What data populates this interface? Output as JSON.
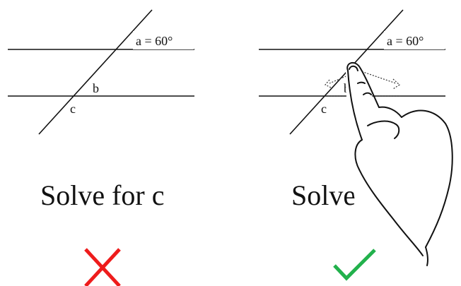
{
  "panels": [
    {
      "angle_a_label": "a = 60°",
      "angle_b_label": "b",
      "angle_c_label": "c",
      "caption": "Solve for c",
      "verdict": "wrong",
      "verdict_icon": "cross-icon",
      "verdict_color": "#ee1c1c"
    },
    {
      "angle_a_label": "a = 60°",
      "angle_b_label": "b",
      "angle_c_label": "c",
      "caption": "Solve for c",
      "verdict": "correct",
      "verdict_icon": "checkmark-icon",
      "verdict_color": "#22b14c"
    }
  ],
  "colors": {
    "line": "#111111",
    "background": "#ffffff"
  }
}
